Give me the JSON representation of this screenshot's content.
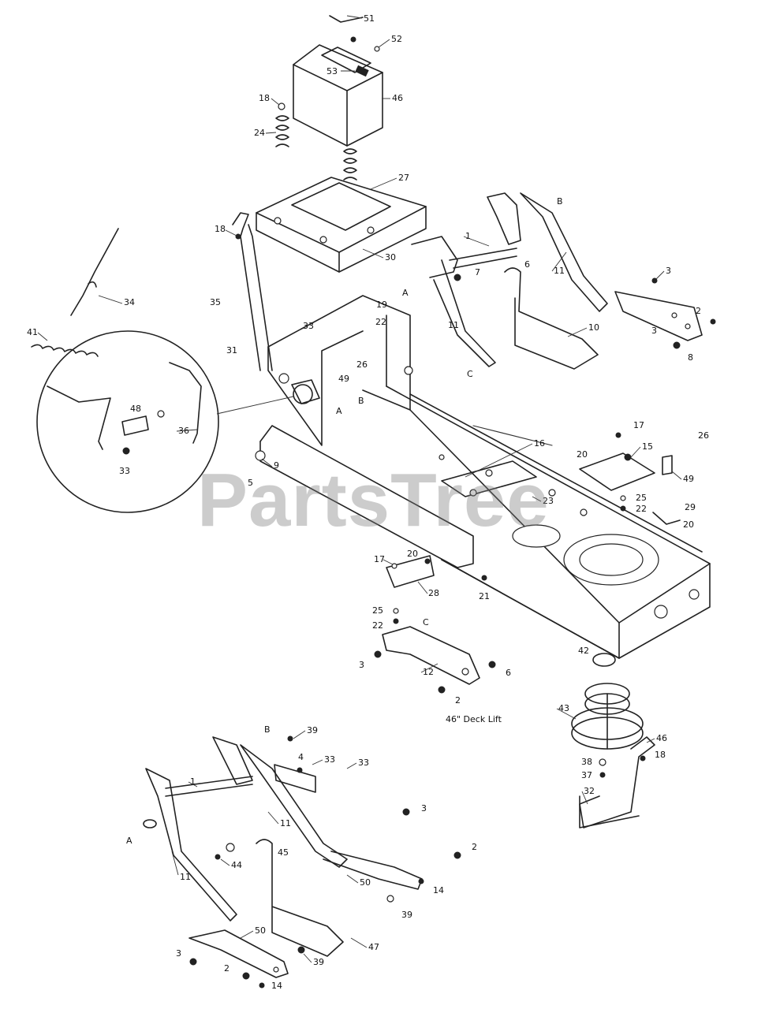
{
  "watermark": "PartsTree",
  "caption": "46\" Deck Lift",
  "callouts": [
    {
      "id": "c51",
      "text": "51"
    },
    {
      "id": "c52",
      "text": "52"
    },
    {
      "id": "c53",
      "text": "53"
    },
    {
      "id": "c46a",
      "text": "46"
    },
    {
      "id": "c18a",
      "text": "18"
    },
    {
      "id": "c24",
      "text": "24"
    },
    {
      "id": "c27",
      "text": "27"
    },
    {
      "id": "c18b",
      "text": "18"
    },
    {
      "id": "c30a",
      "text": "30"
    },
    {
      "id": "cB1",
      "text": "B"
    },
    {
      "id": "c1a",
      "text": "1"
    },
    {
      "id": "c7",
      "text": "7"
    },
    {
      "id": "c6a",
      "text": "6"
    },
    {
      "id": "c11a",
      "text": "11"
    },
    {
      "id": "c3a",
      "text": "3"
    },
    {
      "id": "c2a",
      "text": "2"
    },
    {
      "id": "c3b",
      "text": "3"
    },
    {
      "id": "c8a",
      "text": "8"
    },
    {
      "id": "c10",
      "text": "10"
    },
    {
      "id": "cC1",
      "text": "C"
    },
    {
      "id": "c11b",
      "text": "11"
    },
    {
      "id": "cA1",
      "text": "A"
    },
    {
      "id": "c19",
      "text": "19"
    },
    {
      "id": "c22a",
      "text": "22"
    },
    {
      "id": "c33a",
      "text": "33"
    },
    {
      "id": "c26a",
      "text": "26"
    },
    {
      "id": "c49a",
      "text": "49"
    },
    {
      "id": "cA2",
      "text": "A"
    },
    {
      "id": "cB2",
      "text": "B"
    },
    {
      "id": "c35",
      "text": "35"
    },
    {
      "id": "c31",
      "text": "31"
    },
    {
      "id": "c34",
      "text": "34"
    },
    {
      "id": "c41",
      "text": "41"
    },
    {
      "id": "c48",
      "text": "48"
    },
    {
      "id": "c36",
      "text": "36"
    },
    {
      "id": "c33b",
      "text": "33"
    },
    {
      "id": "c9",
      "text": "9"
    },
    {
      "id": "c5",
      "text": "5"
    },
    {
      "id": "c16",
      "text": "16"
    },
    {
      "id": "c17a",
      "text": "17"
    },
    {
      "id": "c26b",
      "text": "26"
    },
    {
      "id": "c20a",
      "text": "20"
    },
    {
      "id": "c15",
      "text": "15"
    },
    {
      "id": "c49b",
      "text": "49"
    },
    {
      "id": "c23",
      "text": "23"
    },
    {
      "id": "c25a",
      "text": "25"
    },
    {
      "id": "c22b",
      "text": "22"
    },
    {
      "id": "c29",
      "text": "29"
    },
    {
      "id": "c20b",
      "text": "20"
    },
    {
      "id": "c17b",
      "text": "17"
    },
    {
      "id": "c20c",
      "text": "20"
    },
    {
      "id": "c28",
      "text": "28"
    },
    {
      "id": "c21",
      "text": "21"
    },
    {
      "id": "c25b",
      "text": "25"
    },
    {
      "id": "c22c",
      "text": "22"
    },
    {
      "id": "cC2",
      "text": "C"
    },
    {
      "id": "c3c",
      "text": "3"
    },
    {
      "id": "c12",
      "text": "12"
    },
    {
      "id": "c6b",
      "text": "6"
    },
    {
      "id": "c2b",
      "text": "2"
    },
    {
      "id": "c42",
      "text": "42"
    },
    {
      "id": "c43",
      "text": "43"
    },
    {
      "id": "c46b",
      "text": "46"
    },
    {
      "id": "c18c",
      "text": "18"
    },
    {
      "id": "c38",
      "text": "38"
    },
    {
      "id": "c37",
      "text": "37"
    },
    {
      "id": "c32",
      "text": "32"
    },
    {
      "id": "cB3",
      "text": "B"
    },
    {
      "id": "c39a",
      "text": "39"
    },
    {
      "id": "c4",
      "text": "4"
    },
    {
      "id": "c33c",
      "text": "33"
    },
    {
      "id": "c33d",
      "text": "33"
    },
    {
      "id": "c1b",
      "text": "1"
    },
    {
      "id": "c3d",
      "text": "3"
    },
    {
      "id": "cA3",
      "text": "A"
    },
    {
      "id": "c11c",
      "text": "11"
    },
    {
      "id": "c44",
      "text": "44"
    },
    {
      "id": "c45",
      "text": "45"
    },
    {
      "id": "c2c",
      "text": "2"
    },
    {
      "id": "c11d",
      "text": "11"
    },
    {
      "id": "c50a",
      "text": "50"
    },
    {
      "id": "c14a",
      "text": "14"
    },
    {
      "id": "c39b",
      "text": "39"
    },
    {
      "id": "c47",
      "text": "47"
    },
    {
      "id": "c50b",
      "text": "50"
    },
    {
      "id": "c3e",
      "text": "3"
    },
    {
      "id": "c39c",
      "text": "39"
    },
    {
      "id": "c2d",
      "text": "2"
    },
    {
      "id": "c14b",
      "text": "14"
    }
  ]
}
